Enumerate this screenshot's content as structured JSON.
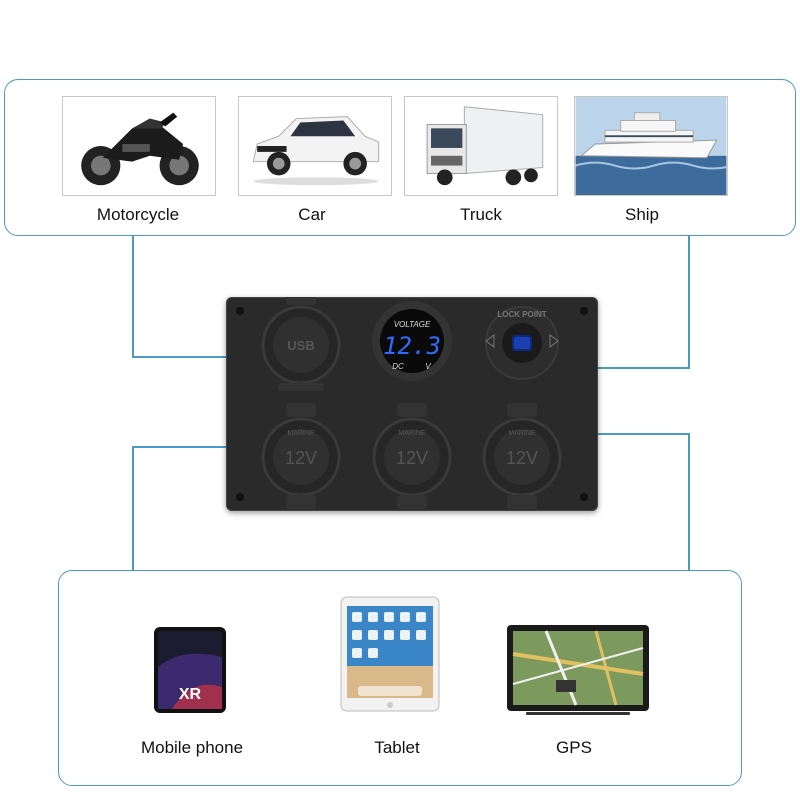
{
  "vehicles": [
    {
      "label": "Motorcycle",
      "icon": "motorcycle-icon"
    },
    {
      "label": "Car",
      "icon": "car-icon"
    },
    {
      "label": "Truck",
      "icon": "truck-icon"
    },
    {
      "label": "Ship",
      "icon": "ship-icon"
    }
  ],
  "panel": {
    "usb_socket": "USB",
    "voltmeter_title": "VOLTAGE",
    "voltmeter_reading": "12.3",
    "voltmeter_dc": "DC",
    "voltmeter_unit": "V",
    "switch_label": "LOCK POINT",
    "sockets": [
      {
        "brand": "MARINE",
        "rating": "12V"
      },
      {
        "brand": "MARINE",
        "rating": "12V"
      },
      {
        "brand": "MARINE",
        "rating": "12V"
      }
    ]
  },
  "devices": [
    {
      "label": "Mobile phone",
      "icon": "phone-icon"
    },
    {
      "label": "Tablet",
      "icon": "tablet-icon"
    },
    {
      "label": "GPS",
      "icon": "gps-icon"
    }
  ],
  "colors": {
    "frame": "#4a9bc4",
    "panel": "#2a2a2a",
    "display_blue": "#2f6bff"
  }
}
